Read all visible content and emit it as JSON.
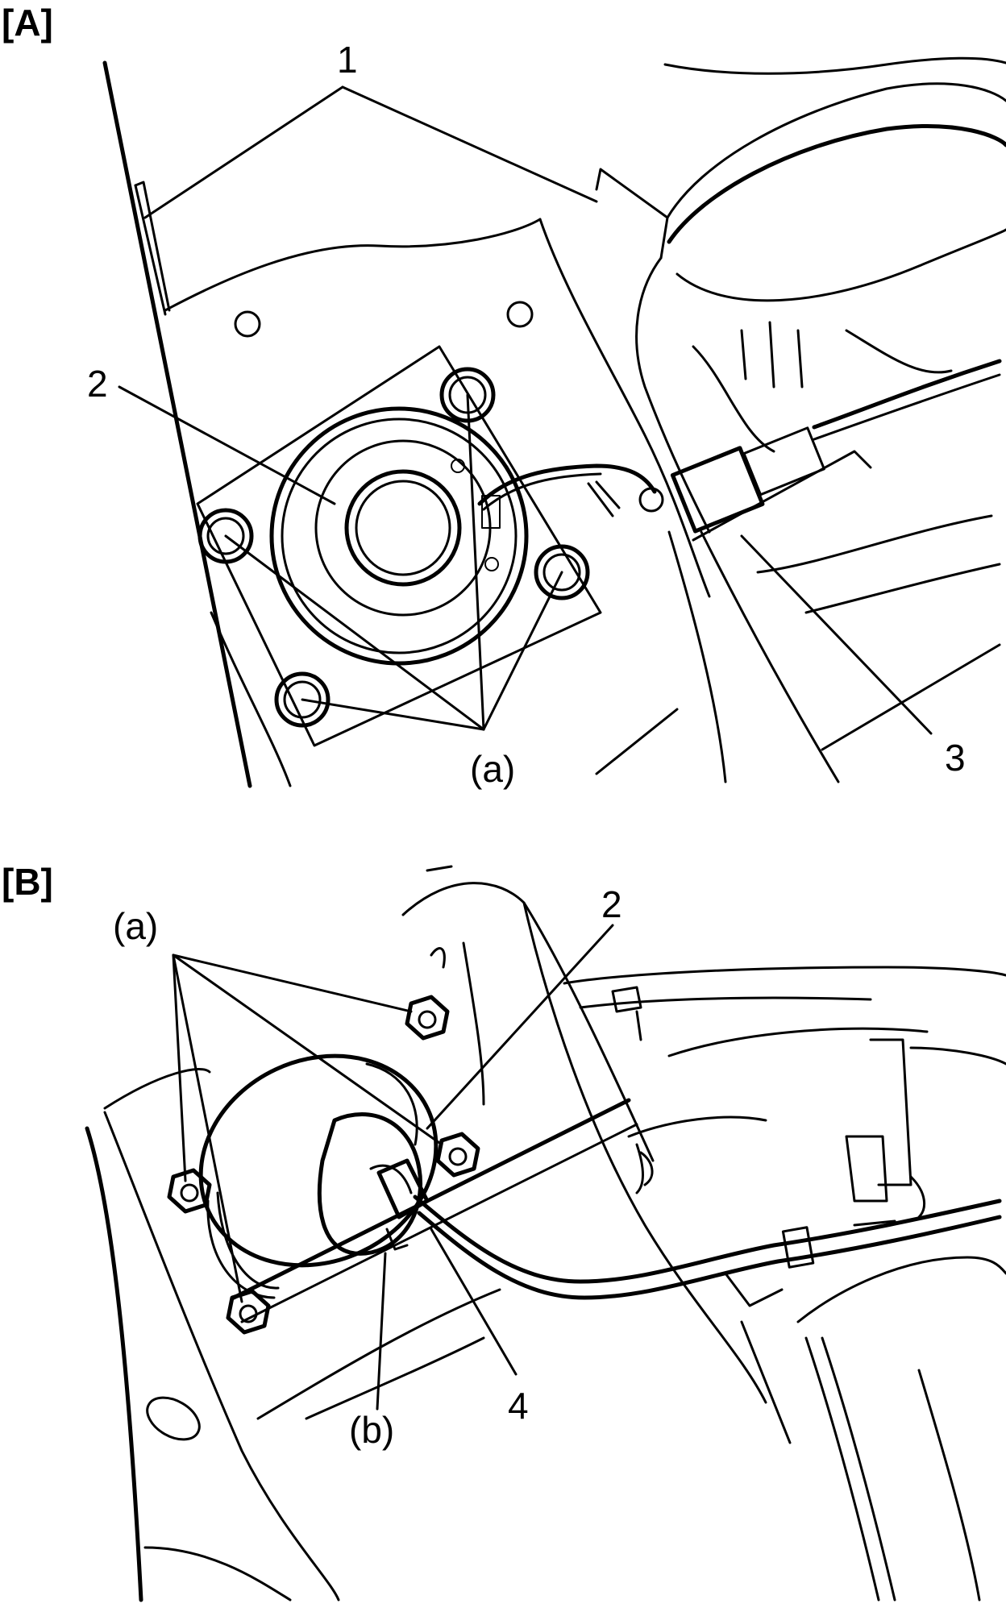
{
  "panels": [
    {
      "id": "A",
      "header": "[A]",
      "callouts": {
        "c1": "1",
        "c2": "2",
        "c3": "3",
        "ca": "(a)"
      }
    },
    {
      "id": "B",
      "header": "[B]",
      "callouts": {
        "ca": "(a)",
        "c2": "2",
        "cb": "(b)",
        "c4": "4"
      }
    }
  ],
  "colors": {
    "line": "#000000",
    "background": "#ffffff"
  }
}
